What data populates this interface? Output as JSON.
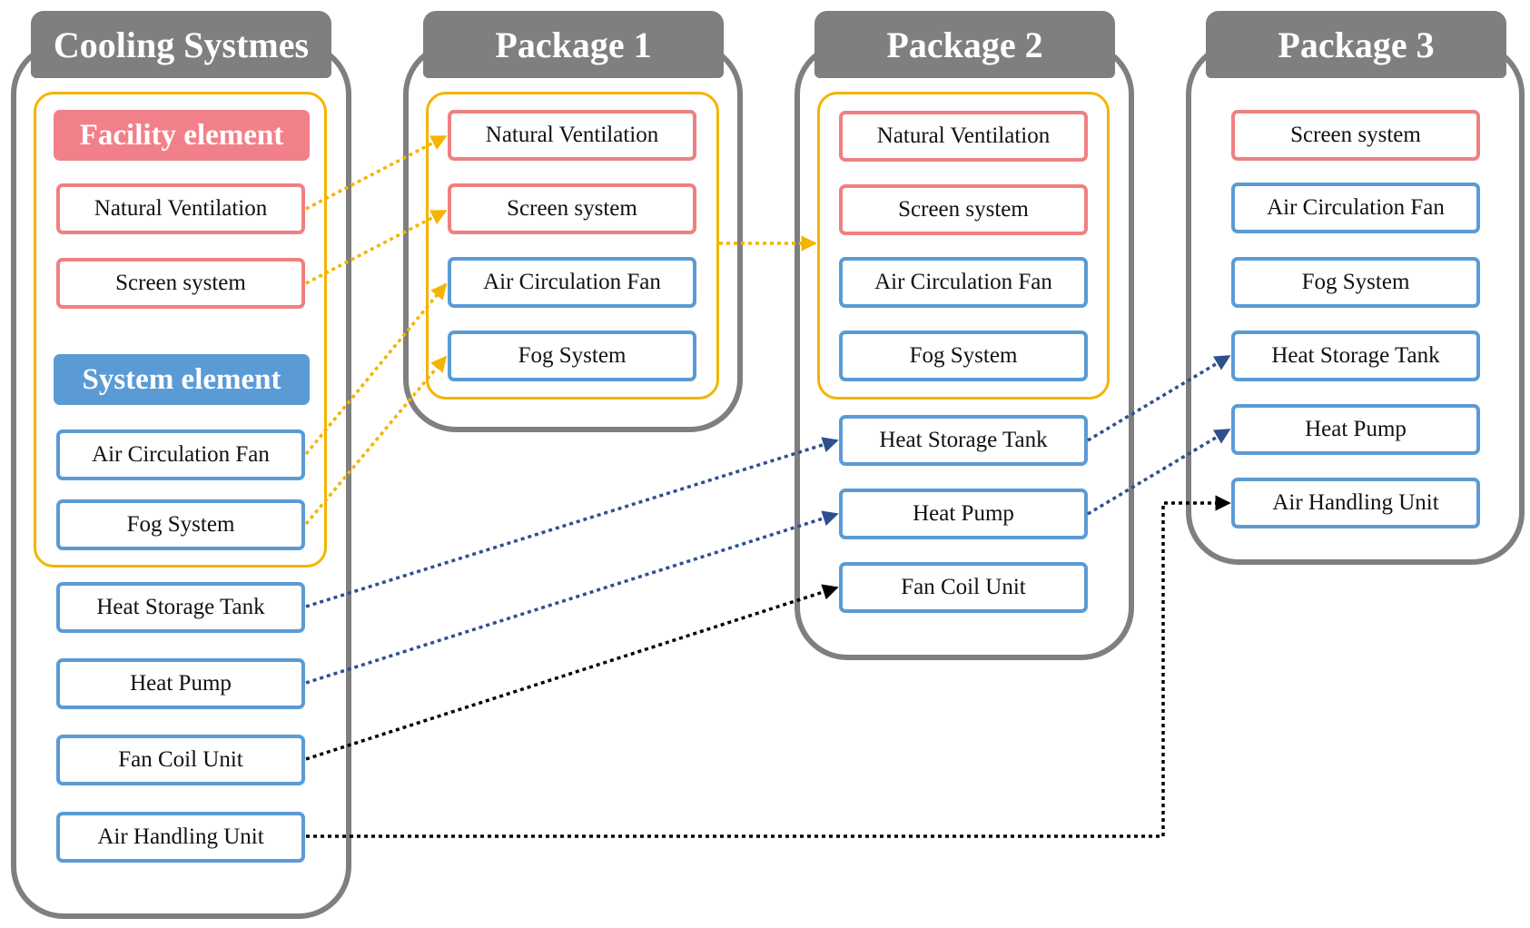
{
  "colors": {
    "panel": "#7f7f7f",
    "group_border": "#f4b400",
    "facility": "#f08080",
    "facility_fill": "#f2808a",
    "system": "#5b9bd5",
    "arrow_gold": "#f4b400",
    "arrow_navy": "#2f4f8f",
    "arrow_black": "#000000"
  },
  "panels": [
    {
      "title": "Cooling Systmes",
      "facility_label": "Facility element",
      "system_label": "System element",
      "items": [
        "Natural Ventilation",
        "Screen system",
        "Air Circulation Fan",
        "Fog System",
        "Heat Storage Tank",
        "Heat Pump",
        "Fan Coil Unit",
        "Air Handling Unit"
      ]
    },
    {
      "title": "Package 1",
      "items": [
        "Natural Ventilation",
        "Screen system",
        "Air Circulation Fan",
        "Fog System"
      ]
    },
    {
      "title": "Package 2",
      "items": [
        "Natural Ventilation",
        "Screen system",
        "Air Circulation Fan",
        "Fog System",
        "Heat Storage Tank",
        "Heat Pump",
        "Fan Coil Unit"
      ]
    },
    {
      "title": "Package 3",
      "items": [
        "Screen system",
        "Air Circulation Fan",
        "Fog System",
        "Heat Storage Tank",
        "Heat Pump",
        "Air Handling Unit"
      ]
    }
  ]
}
